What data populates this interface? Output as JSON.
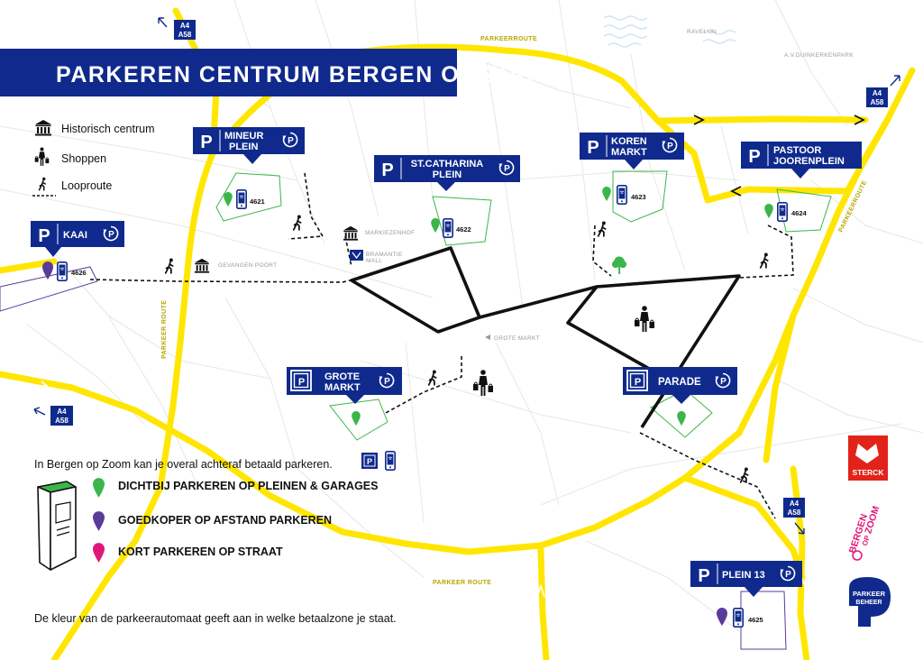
{
  "title": "PARKEREN CENTRUM BERGEN OP ZOOM",
  "colors": {
    "navy": "#0f2a8c",
    "yellow": "#ffe600",
    "green": "#3cb64a",
    "purple": "#5b3b9a",
    "magenta": "#e0177a",
    "sterck_red": "#e2231a"
  },
  "legend_icons": [
    {
      "icon": "museum-icon",
      "label": "Historisch centrum"
    },
    {
      "icon": "shopping-person-icon",
      "label": "Shoppen"
    },
    {
      "icon": "walking-person-icon",
      "label": "Looproute"
    }
  ],
  "parking": [
    {
      "id": "mineur",
      "type": "P",
      "line1": "MINEUR",
      "line2": "PLEIN",
      "zone": "4621",
      "pin": "green"
    },
    {
      "id": "catharina",
      "type": "P",
      "line1": "ST.CATHARINA",
      "line2": "PLEIN",
      "zone": "4622",
      "pin": "green"
    },
    {
      "id": "koren",
      "type": "P",
      "line1": "KOREN",
      "line2": "MARKT",
      "zone": "4623",
      "pin": "green"
    },
    {
      "id": "pastoor",
      "type": "P",
      "line1": "PASTOOR",
      "line2": "JOORENPLEIN",
      "zone": "4624",
      "pin": "green"
    },
    {
      "id": "kaai",
      "type": "P",
      "line1": "KAAI",
      "line2": "",
      "zone": "4626",
      "pin": "purple"
    },
    {
      "id": "grote",
      "type": "garage",
      "line1": "GROTE",
      "line2": "MARKT",
      "zone": "",
      "pin": "green"
    },
    {
      "id": "parade",
      "type": "garage",
      "line1": "PARADE",
      "line2": "",
      "zone": "",
      "pin": "green"
    },
    {
      "id": "plein13",
      "type": "P",
      "line1": "PLEIN 13",
      "line2": "",
      "zone": "4625",
      "pin": "purple"
    }
  ],
  "highway_signs": [
    {
      "id": "nw",
      "top": "A4",
      "bottom": "A58"
    },
    {
      "id": "ne",
      "top": "A4",
      "bottom": "A58"
    },
    {
      "id": "w",
      "top": "A4",
      "bottom": "A58"
    },
    {
      "id": "se",
      "top": "A4",
      "bottom": "A58"
    }
  ],
  "street_labels": {
    "ravelijn": "RAVELIJN",
    "duinkerken": "A.V.DUINKERKENPARK",
    "markiezenhof": "MARKIEZENHOF",
    "gevangenpoort": "GEVANGEN POORT",
    "grote_markt": "GROTE MARKT",
    "bramantie_1": "BRAMANTIE",
    "bramantie_2": "MALL"
  },
  "route_labels": {
    "top": "PARKEERROUTE",
    "right": "PARKEERROUTE",
    "left": "PARKEER ROUTE",
    "bottom": "PARKEER ROUTE"
  },
  "legend": {
    "intro": "In Bergen op Zoom kan je overal achteraf betaald parkeren.",
    "items": [
      {
        "color": "green",
        "label": "DICHTBIJ PARKEREN OP PLEINEN & GARAGES"
      },
      {
        "color": "purple",
        "label": "GOEDKOPER OP AFSTAND PARKEREN"
      },
      {
        "color": "magenta",
        "label": "KORT PARKEREN OP STRAAT"
      }
    ],
    "footer": "De kleur van de parkeerautomaat geeft aan in welke betaalzone je staat."
  },
  "logos": {
    "sterck": "STERCK",
    "bergen_1": "BERGEN",
    "bergen_2": "OP",
    "bergen_3": "ZOOM",
    "parkeer_1": "PARKEER",
    "parkeer_2": "BEHEER"
  }
}
